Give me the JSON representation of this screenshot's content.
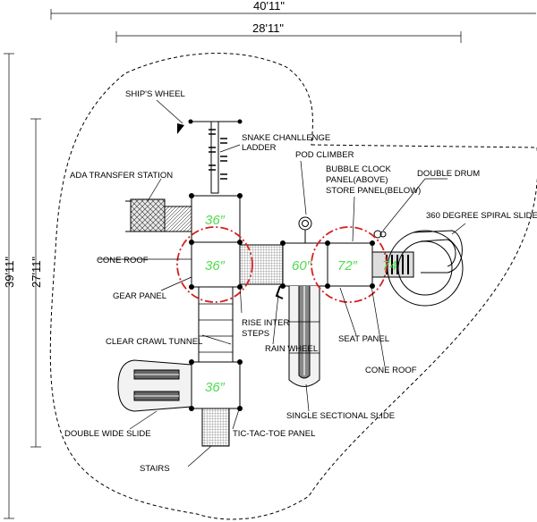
{
  "dimensions": {
    "overall_width": "40'11\"",
    "inner_width": "28'11\"",
    "overall_depth": "39'11\"",
    "inner_depth": "27'11\""
  },
  "decks": {
    "deck_upper_left": "36″",
    "deck_mid_left": "36″",
    "deck_center": "60″",
    "deck_right": "72″",
    "deck_spiral": "74",
    "deck_lower": "36″"
  },
  "labels": {
    "ships_wheel": "SHIP'S WHEEL",
    "snake_ladder_1": "SNAKE CHANLLENGE",
    "snake_ladder_2": "LADDER",
    "pod_climber": "POD CLIMBER",
    "ada_transfer": "ADA TRANSFER STATION",
    "bubble_1": "BUBBLE CLOCK",
    "bubble_2": "PANEL(ABOVE)",
    "bubble_3": "STORE PANEL(BELOW)",
    "double_drum": "DOUBLE DRUM",
    "spiral_slide": "360 DEGREE SPIRAL SLIDE",
    "cone_roof_left": "CONE ROOF",
    "gear_panel": "GEAR PANEL",
    "rise_steps_1": "RISE INTER",
    "rise_steps_2": "STEPS",
    "crawl_tunnel": "CLEAR CRAWL TUNNEL",
    "rain_wheel": "RAIN WHEEL",
    "seat_panel": "SEAT PANEL",
    "cone_roof_right": "CONE ROOF",
    "single_slide": "SINGLE SECTIONAL SLIDE",
    "double_slide": "DOUBLE WIDE SLIDE",
    "tic_tac_toe": "TIC-TAC-TOE PANEL",
    "stairs": "STAIRS"
  },
  "colors": {
    "deck_text": "#4fdc4f",
    "cone_roof": "#d42020",
    "lines": "#000000"
  }
}
